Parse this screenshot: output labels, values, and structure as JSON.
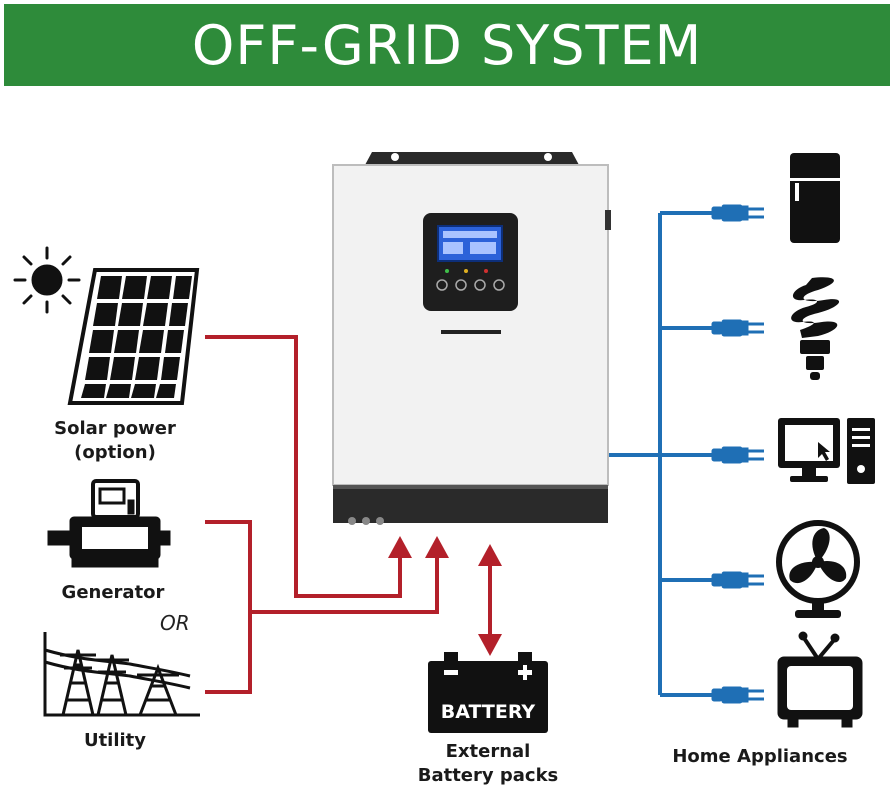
{
  "title": "OFF-GRID SYSTEM",
  "labels": {
    "solar": [
      "Solar power",
      "(option)"
    ],
    "generator": "Generator",
    "or": "OR",
    "utility": "Utility",
    "battery_text": "BATTERY",
    "battery_caption": [
      "External",
      "Battery packs"
    ],
    "appliances": "Home Appliances"
  },
  "colors": {
    "banner": "#2e8b3a",
    "ac_input_lines": "#b3202a",
    "output_lines": "#1f6fb5",
    "inverter_body": "#f2f2f2",
    "inverter_base": "#2a2a2a",
    "lcd": "#2c62d9"
  },
  "icons": [
    "sun-icon",
    "solar-panel-icon",
    "generator-icon",
    "power-pylon-icon",
    "inverter-icon",
    "battery-icon",
    "refrigerator-icon",
    "light-bulb-icon",
    "computer-icon",
    "fan-icon",
    "tv-icon",
    "plug-icon"
  ]
}
